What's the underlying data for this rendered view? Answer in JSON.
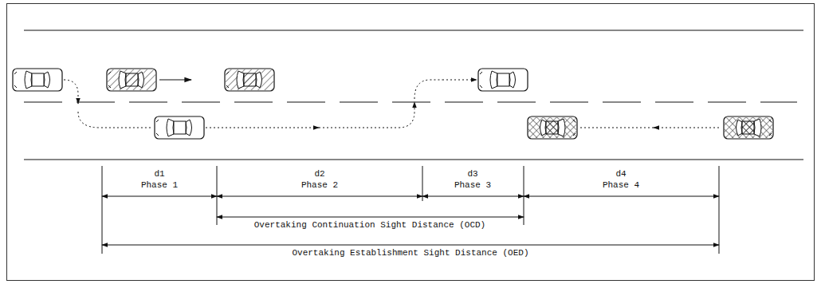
{
  "diagram": {
    "labels": [
      "d1",
      "Phase 1",
      "d2",
      "Phase 2",
      "d3",
      "Phase 3",
      "d4",
      "Phase 4",
      "Overtaking Continuation Sight Distance (OCD)",
      "Overtaking Establishment Sight Distance (OED)"
    ]
  }
}
